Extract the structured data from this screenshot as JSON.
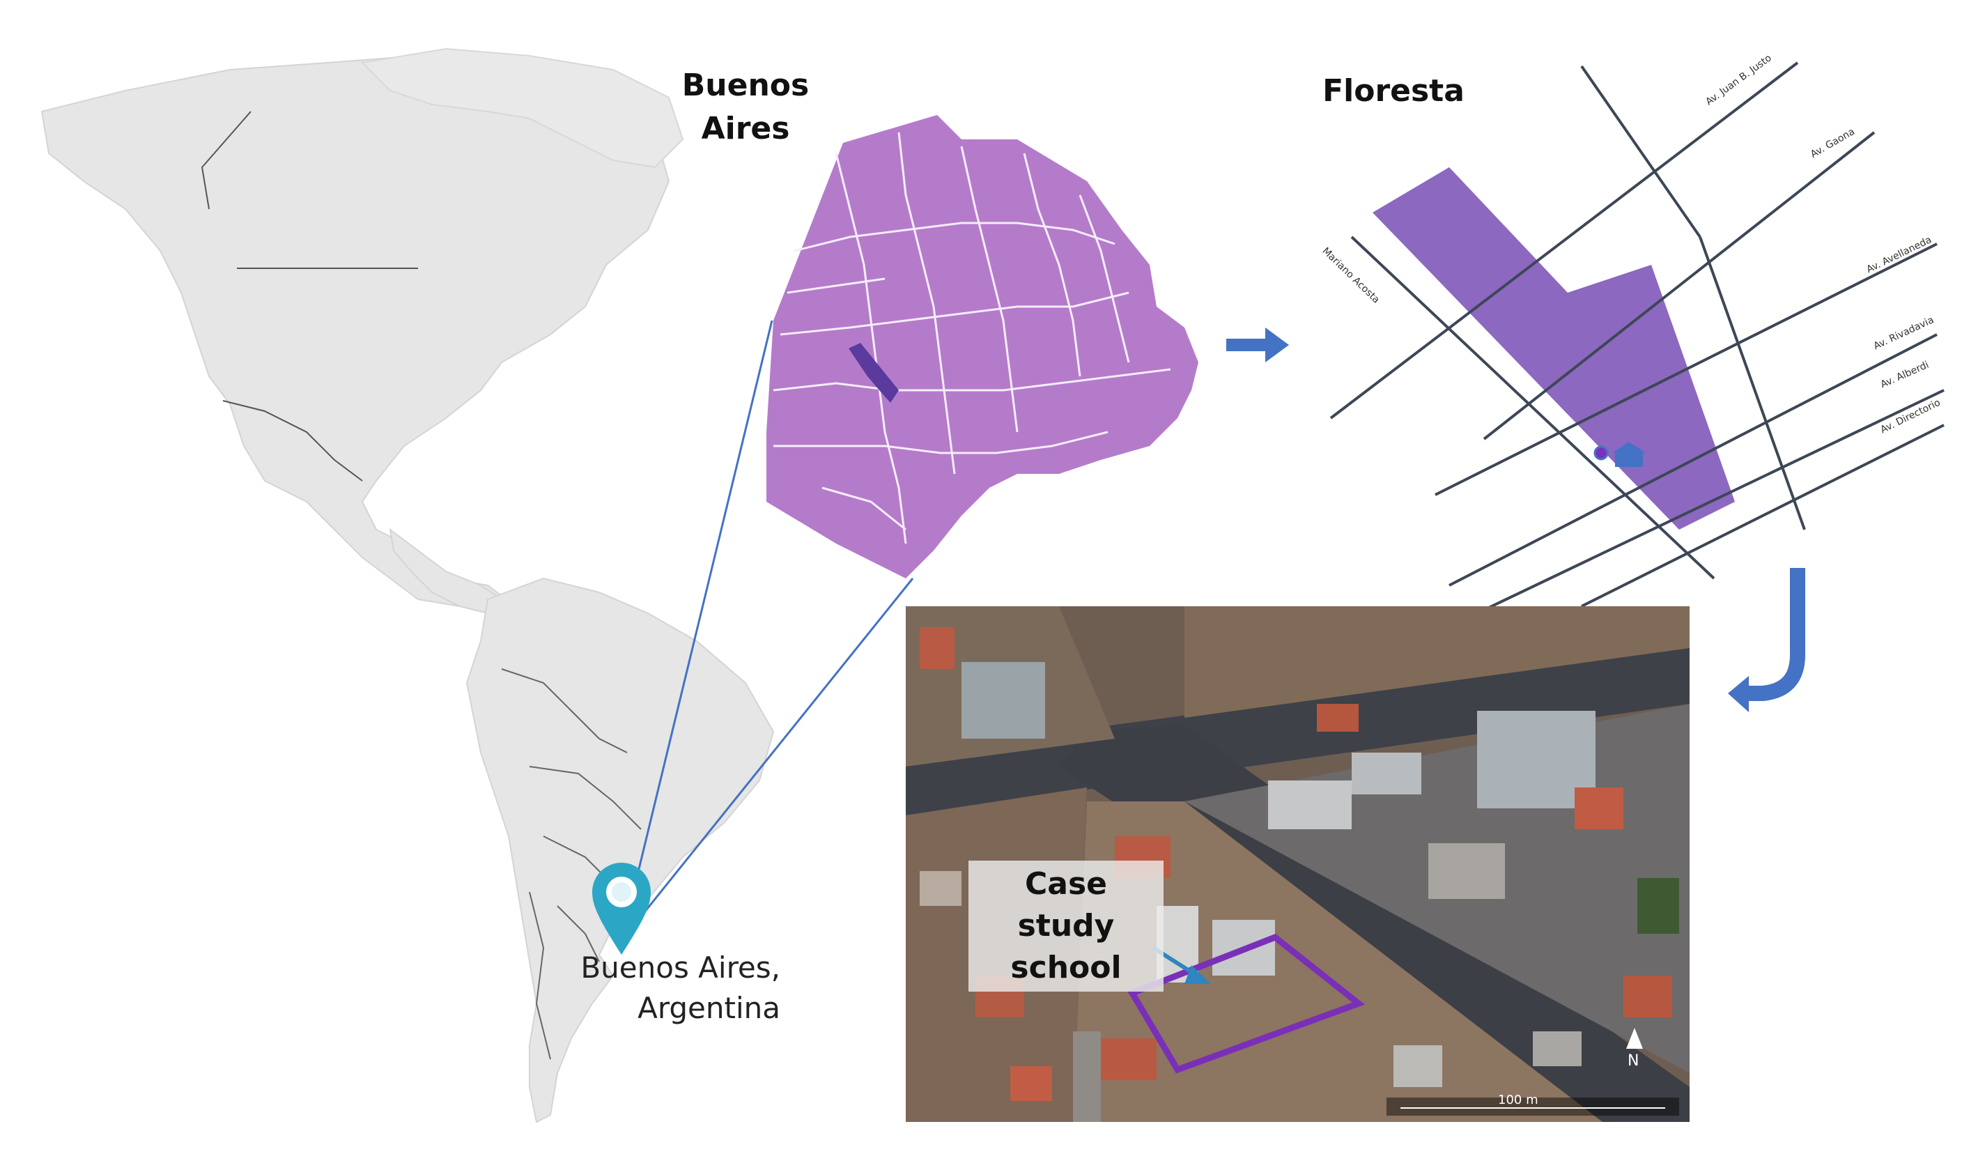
{
  "americas_map": {
    "pin_label_line1": "Buenos Aires,",
    "pin_label_line2": "Argentina",
    "pin_icon": "map-pin-icon"
  },
  "buenos_aires_map": {
    "title_line1": "Buenos",
    "title_line2": "Aires",
    "fill_color": "#B57BCB",
    "highlight_color": "#5B3A9E"
  },
  "floresta_map": {
    "title": "Floresta",
    "zone_color": "#8C68C0",
    "streets": [
      "Av. Juan B. Justo",
      "Av. Gaona",
      "Av. Avellaneda",
      "Av. Rivadavia",
      "Av. Alberdi",
      "Av. Directorio",
      "Mariano Acosta"
    ],
    "school_icon": "school-icon"
  },
  "satellite_view": {
    "callout_line1": "Case study",
    "callout_line2": "school",
    "scale_label": "100 m",
    "north_label": "N",
    "outline_color": "#7A2FB8"
  },
  "arrows": {
    "color": "#4472C4"
  }
}
